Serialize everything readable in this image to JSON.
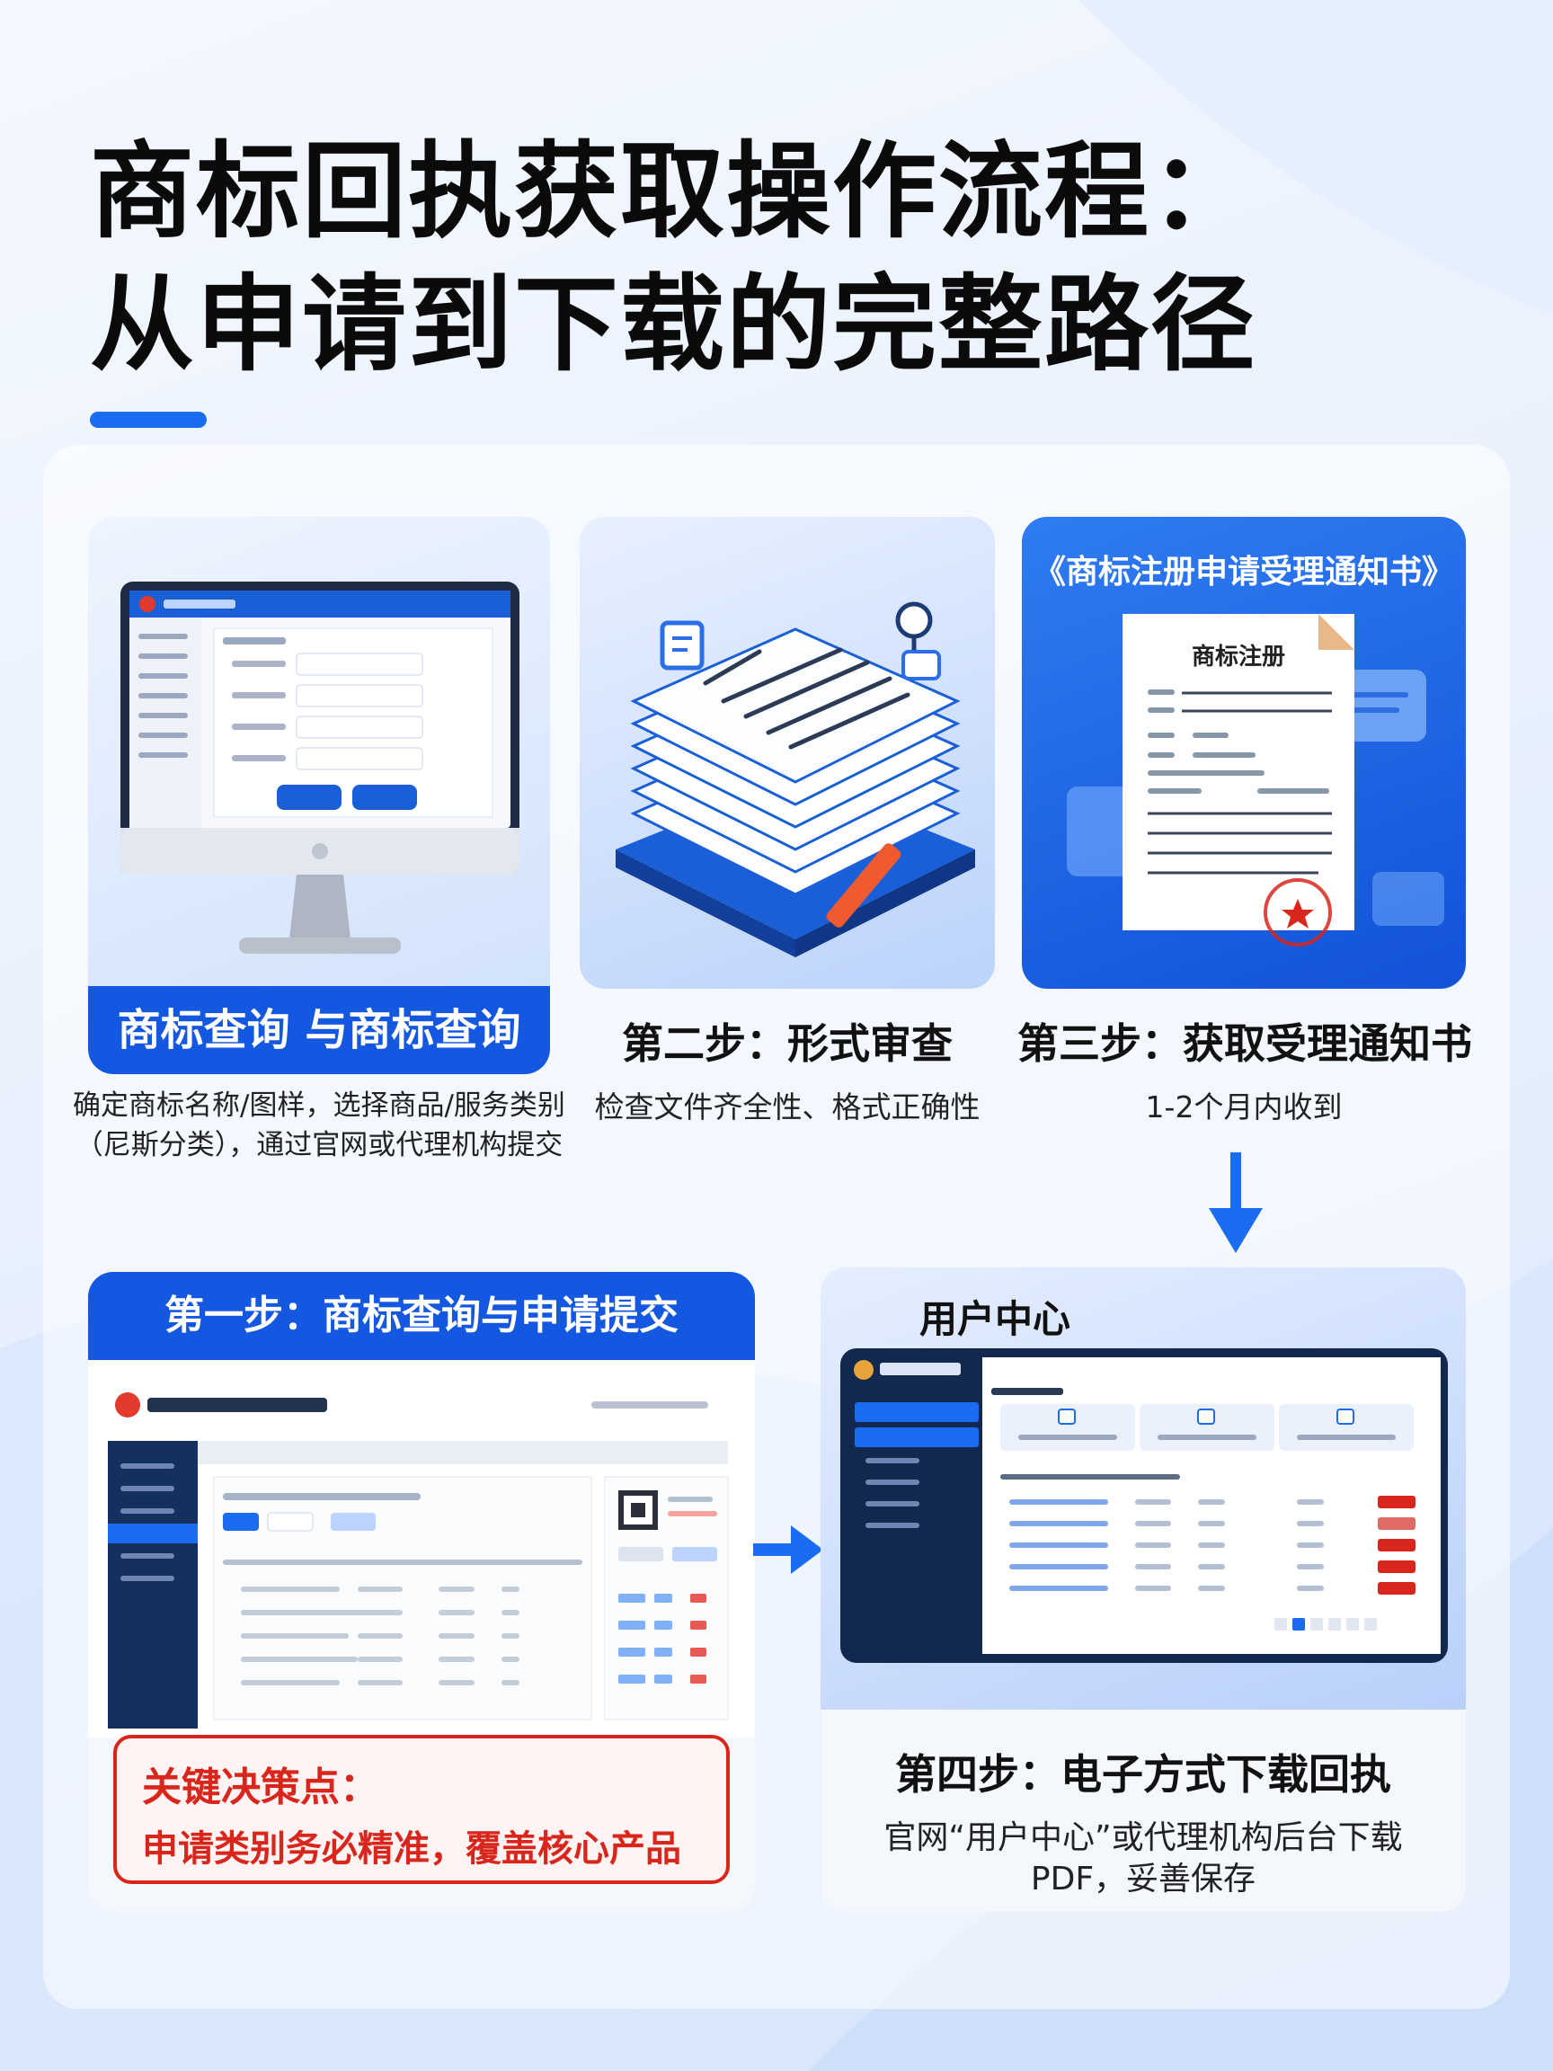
{
  "title": {
    "line1": "商标回执获取操作流程：",
    "line2": "从申请到下载的完整路径"
  },
  "card1": {
    "label": "商标查询 与商标查询",
    "desc_line1": "确定商标名称/图样，选择商品/服务类别",
    "desc_line2": "（尼斯分类），通过官网或代理机构提交"
  },
  "card2": {
    "title": "第二步：形式审查",
    "desc": "检查文件齐全性、格式正确性"
  },
  "card3": {
    "header": "《商标注册申请受理通知书》",
    "doc_title": "商标注册",
    "title": "第三步：获取受理通知书",
    "desc": "1-2个月内收到"
  },
  "card4": {
    "header": "第一步：商标查询与申请提交",
    "key_title": "关键决策点：",
    "key_text": "申请类别务必精准，覆盖核心产品"
  },
  "card5": {
    "header": "用户中心",
    "title": "第四步：电子方式下载回执",
    "desc_line1": "官网“用户中心”或代理机构后台下载",
    "desc_line2": "PDF，妥善保存"
  },
  "colors": {
    "accent": "#1a6cf0",
    "label_blue": "#1457e0",
    "alert_red": "#d9261c",
    "navy": "#0f2a5c"
  }
}
